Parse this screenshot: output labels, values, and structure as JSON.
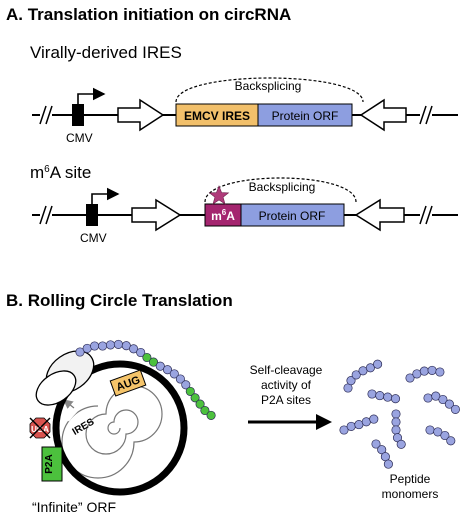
{
  "panel_a": {
    "title": "A. Translation initiation on circRNA",
    "construct1": {
      "label": "Virally-derived IRES",
      "backsplicing": "Backsplicing",
      "ires_box": "EMCV IRES",
      "orf_box": "Protein ORF",
      "promoter": "CMV"
    },
    "construct2": {
      "label_base": "m",
      "label_sup": "6",
      "label_rest": "A site",
      "backsplicing": "Backsplicing",
      "m6a_base": "m",
      "m6a_sup": "6",
      "m6a_rest": "A",
      "orf_box": "Protein ORF",
      "promoter": "CMV"
    }
  },
  "panel_b": {
    "title": "B. Rolling Circle Translation",
    "aug": "AUG",
    "ires": "IRES",
    "uga": "UGA",
    "p2a": "P2A",
    "infinite_orf": "“Infinite” ORF",
    "arrow_label": [
      "Self-cleavage",
      "activity of",
      "P2A sites"
    ],
    "peptide_label": [
      "Peptide",
      "monomers"
    ]
  },
  "colors": {
    "ires_box": "#f2c06b",
    "orf_box": "#8d9ee0",
    "m6a_box": "#a4256f",
    "aug_box": "#f5c46a",
    "p2a_box": "#4cc13d",
    "uga_octagon": "#d9534f",
    "bead_blue": "#9aa4e0",
    "bead_green": "#4cc13d",
    "star": "#b03a7a"
  },
  "icons": [
    "promoter-arrow-icon",
    "star-icon",
    "ribosome-icon",
    "stop-octagon-icon",
    "peptide-chain-icon"
  ]
}
